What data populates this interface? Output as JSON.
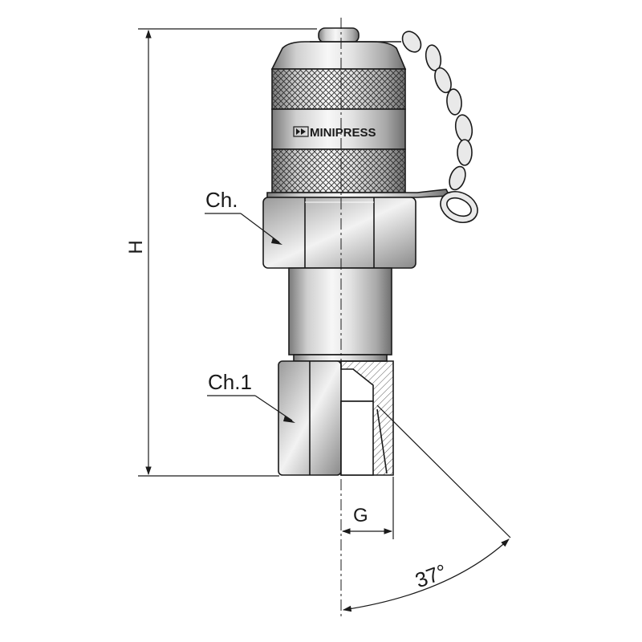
{
  "labels": {
    "height": "H",
    "chamfer": "Ch.",
    "chamfer1": "Ch.1",
    "thread": "G",
    "angle": "37°",
    "brand": "MINIPRESS"
  },
  "colors": {
    "line": "#1a1a1a",
    "metal_dark": "#8c8c8c",
    "metal_light": "#f4f4f4",
    "section_hatch": "#555555"
  }
}
